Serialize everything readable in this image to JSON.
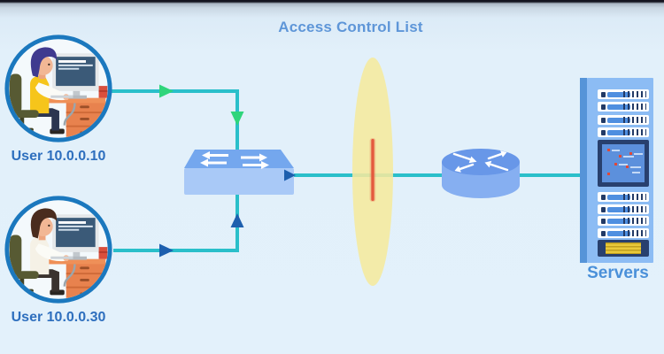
{
  "title": "Access Control List",
  "users": [
    {
      "label": "User 10.0.0.10",
      "hair": "#3f3a8f",
      "shirt": "#f6c51b",
      "pants": "#2c3550"
    },
    {
      "label": "User 10.0.0.30",
      "hair": "#4a2c1e",
      "shirt": "#f5f1e6",
      "pants": "#3a322e"
    }
  ],
  "servers": {
    "label": "Servers"
  },
  "icons": {
    "switch": "network-switch-icon",
    "router": "router-icon",
    "servers": "server-rack-icon",
    "user": "user-workstation-icon",
    "acl": "acl-filter-ellipse"
  },
  "colors": {
    "line": "#2abfca",
    "arrow_green": "#2fd57b",
    "arrow_blue": "#1d5fae",
    "switch_top": "#74a7ee",
    "switch_front": "#a9c9f7",
    "router_top": "#6897e8",
    "router_body": "#86aff1",
    "acl_ellipse": "#f5e99d",
    "acl_rule_line": "#e4593e",
    "circle_border": "#1b78be",
    "title_text": "#5e96d8",
    "user_label_text": "#2e6fbe",
    "servers_label_text": "#4a90d9"
  }
}
